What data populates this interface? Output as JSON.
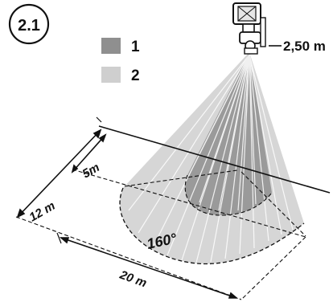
{
  "figure": {
    "badge": "2.1",
    "mount_height": "2,50 m",
    "legend": [
      {
        "key": "1",
        "color": "#8f8f8f"
      },
      {
        "key": "2",
        "color": "#cfcfcf"
      }
    ],
    "dimensions": {
      "depth_inner": "5m",
      "depth_outer": "12 m",
      "width": "20 m",
      "angle": "160°"
    },
    "colors": {
      "zone_inner": "#9a9a9a",
      "zone_outer": "#d4d4d4",
      "line": "#111111"
    }
  }
}
